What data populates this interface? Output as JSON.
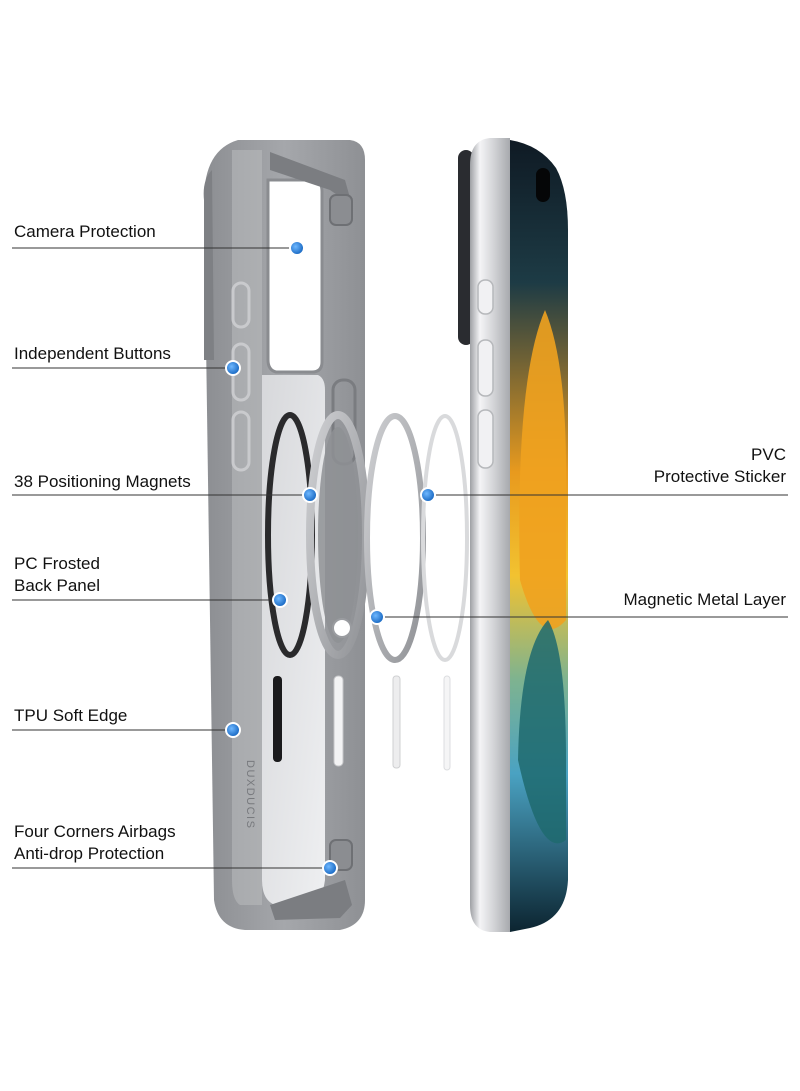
{
  "callouts": {
    "camera_protection": "Camera Protection",
    "independent_buttons": "Independent Buttons",
    "positioning_magnets": "38 Positioning Magnets",
    "back_panel_line1": "PC Frosted",
    "back_panel_line2": "Back Panel",
    "tpu_edge": "TPU Soft Edge",
    "airbags_line1": "Four Corners Airbags",
    "airbags_line2": "Anti-drop Protection",
    "pvc_line1": "PVC",
    "pvc_line2": "Protective Sticker",
    "metal_layer": "Magnetic Metal Layer"
  },
  "case_brand_text": "DUXDUCIS",
  "colors": {
    "case_frame": "#9d9fa3",
    "case_panel": "#e2e3e5",
    "callout_dot": "#1e88e5",
    "phone_frame": "#d8d9dc"
  }
}
